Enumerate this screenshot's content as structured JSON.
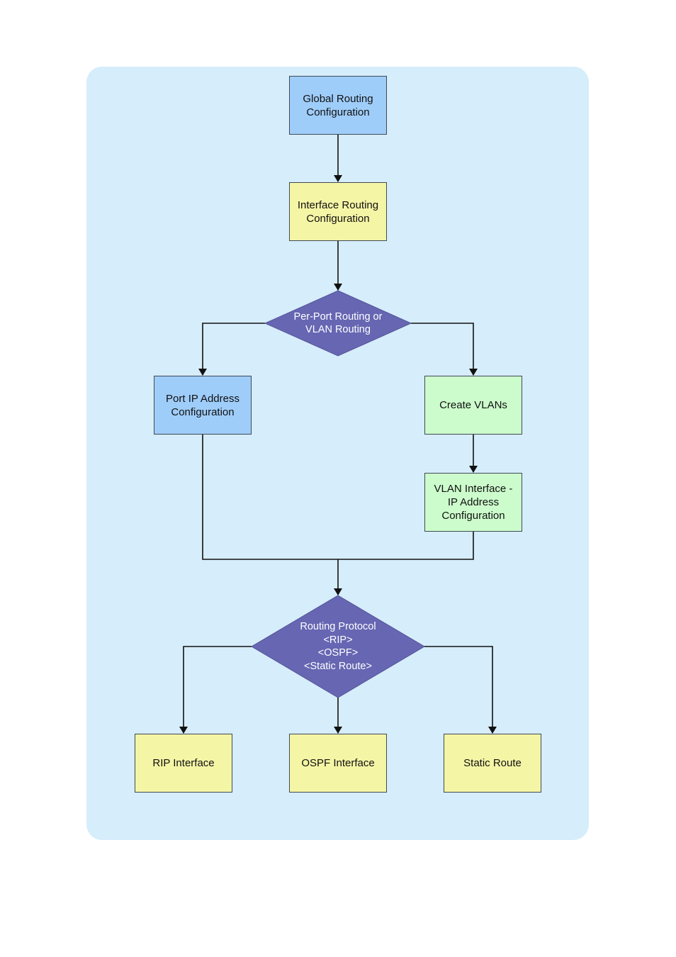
{
  "colors": {
    "panel": "#d6edfb",
    "blue_box": "#9fcdfa",
    "yellow_box": "#f5f5a6",
    "green_box": "#ccfccc",
    "decision": "#6666b3",
    "line": "#111111"
  },
  "nodes": {
    "global_routing": "Global Routing\nConfiguration",
    "interface_routing": "Interface Routing\nConfiguration",
    "per_port_decision": "Per-Port Routing or\nVLAN Routing",
    "port_ip": "Port IP Address\nConfiguration",
    "create_vlans": "Create VLANs",
    "vlan_interface": "VLAN Interface  -\nIP Address\nConfiguration",
    "routing_protocol": "Routing Protocol\n<RIP>\n<OSPF>\n<Static Route>",
    "rip_interface": "RIP Interface",
    "ospf_interface": "OSPF Interface",
    "static_route": "Static Route"
  }
}
